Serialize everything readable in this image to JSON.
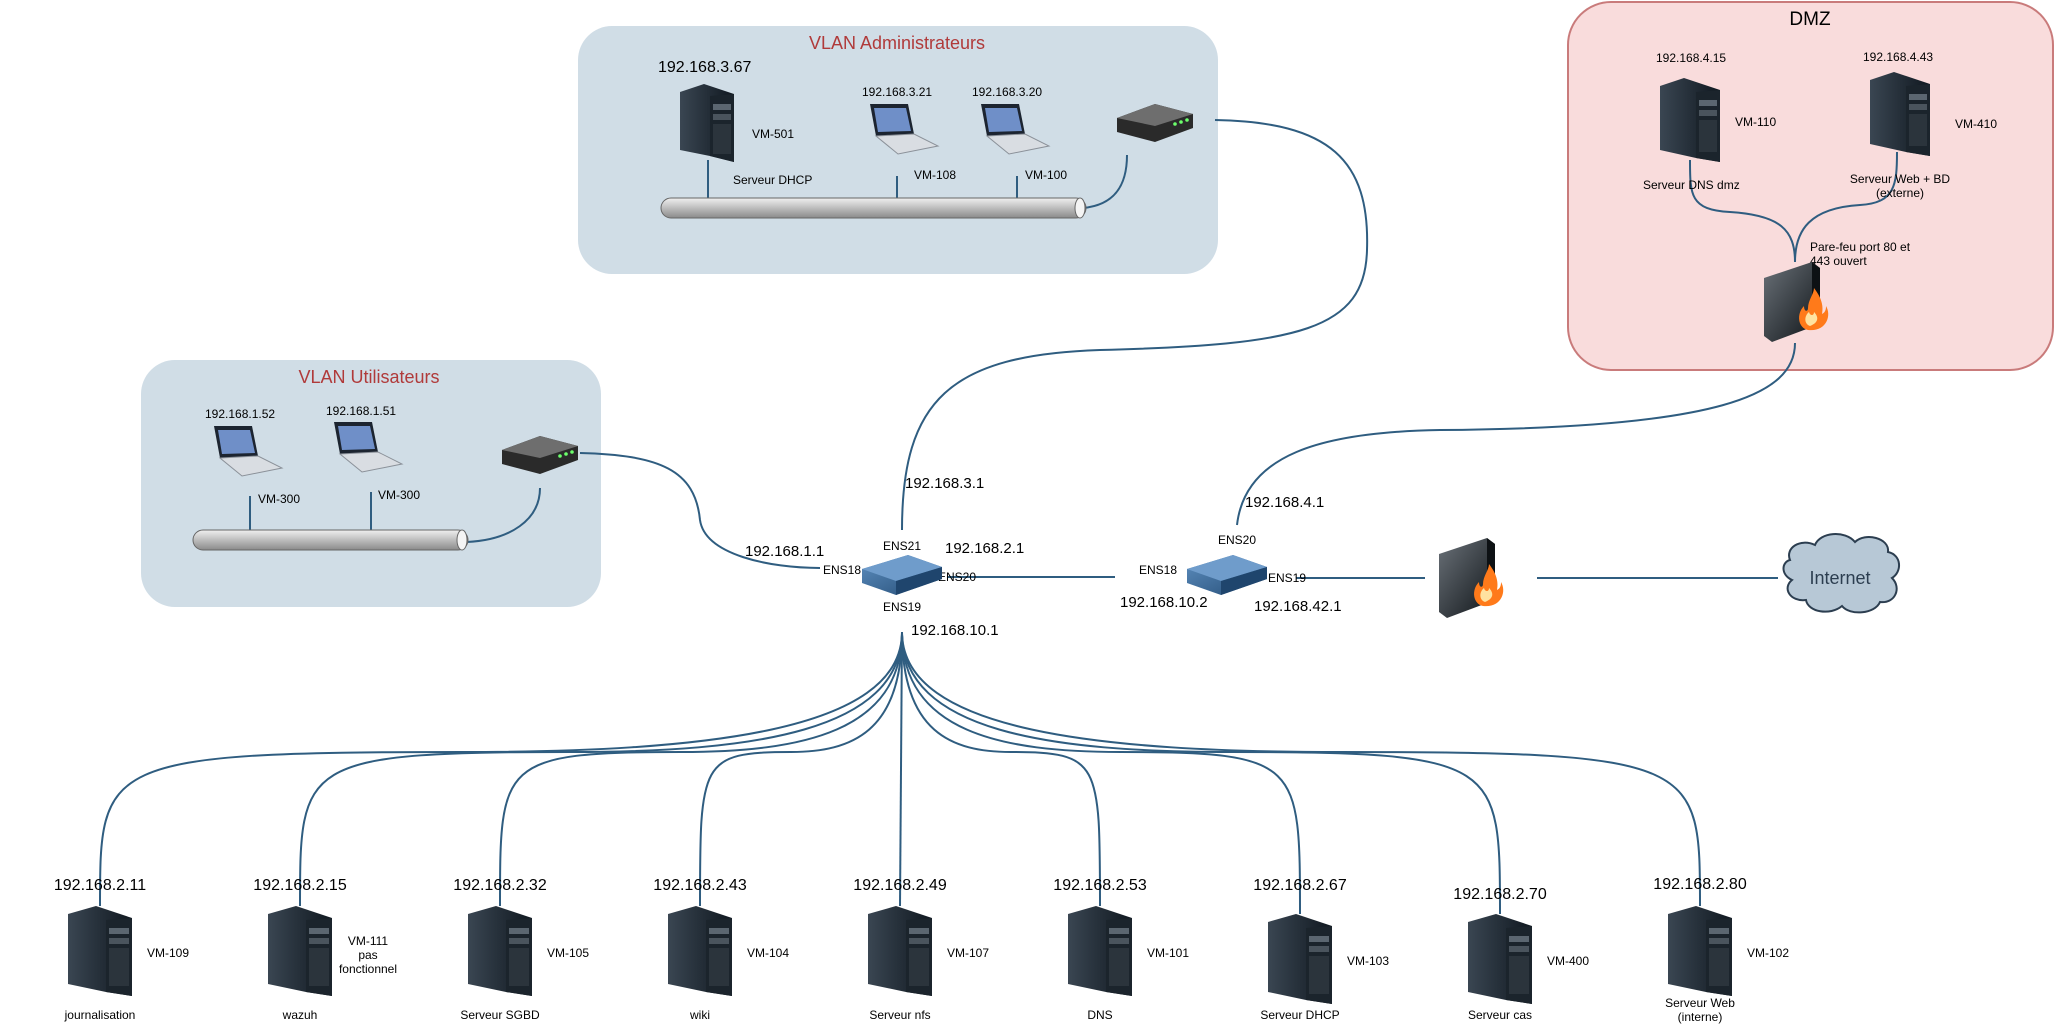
{
  "zones": {
    "admin": {
      "title": "VLAN Administrateurs"
    },
    "users": {
      "title": "VLAN Utilisateurs"
    },
    "dmz": {
      "title": "DMZ"
    }
  },
  "colors": {
    "wire": "#2f5d80",
    "zone_vlan_bg": "#d0dde6",
    "zone_dmz_bg": "#f9dcdc",
    "zone_dmz_border": "#c97b7b",
    "zone_title": "#b03a3a"
  },
  "admin_vlan": {
    "server": {
      "ip": "192.168.3.67",
      "vm": "VM-501",
      "role": "Serveur DHCP"
    },
    "laptops": [
      {
        "ip": "192.168.3.21",
        "vm": "VM-108"
      },
      {
        "ip": "192.168.3.20",
        "vm": "VM-100"
      }
    ]
  },
  "users_vlan": {
    "laptops": [
      {
        "ip": "192.168.1.52",
        "vm": "VM-300"
      },
      {
        "ip": "192.168.1.51",
        "vm": "VM-300"
      }
    ]
  },
  "dmz": {
    "servers": [
      {
        "ip": "192.168.4.15",
        "vm": "VM-110",
        "role": "Serveur DNS dmz"
      },
      {
        "ip": "192.168.4.43",
        "vm": "VM-410",
        "role_line1": "Serveur Web + BD",
        "role_line2": "(externe)"
      }
    ],
    "firewall": {
      "label_line1": "Pare-feu port 80 et",
      "label_line2": "443 ouvert"
    }
  },
  "router1": {
    "ens21": "ENS21",
    "ens18": "ENS18",
    "ens20": "ENS20",
    "ens19": "ENS19",
    "ip_admin": "192.168.3.1",
    "ip_users": "192.168.1.1",
    "ip_servers": "192.168.2.1",
    "ip_transit": "192.168.10.1"
  },
  "router2": {
    "ens20": "ENS20",
    "ens18": "ENS18",
    "ens19": "ENS19",
    "ip_dmz": "192.168.4.1",
    "ip_transit": "192.168.10.2",
    "ip_wan": "192.168.42.1"
  },
  "internet": {
    "label": "Internet"
  },
  "servers": [
    {
      "ip": "192.168.2.11",
      "vm": "VM-109",
      "role": "journalisation"
    },
    {
      "ip": "192.168.2.15",
      "vm_line1": "VM-111",
      "vm_line2": "pas",
      "vm_line3": "fonctionnel",
      "role": "wazuh"
    },
    {
      "ip": "192.168.2.32",
      "vm": "VM-105",
      "role": "Serveur SGBD"
    },
    {
      "ip": "192.168.2.43",
      "vm": "VM-104",
      "role": "wiki"
    },
    {
      "ip": "192.168.2.49",
      "vm": "VM-107",
      "role": "Serveur nfs"
    },
    {
      "ip": "192.168.2.53",
      "vm": "VM-101",
      "role": "DNS"
    },
    {
      "ip": "192.168.2.67",
      "vm": "VM-103",
      "role": "Serveur DHCP"
    },
    {
      "ip": "192.168.2.70",
      "vm": "VM-400",
      "role": "Serveur cas"
    },
    {
      "ip": "192.168.2.80",
      "vm": "VM-102",
      "role_line1": "Serveur Web",
      "role_line2": "(interne)"
    }
  ]
}
